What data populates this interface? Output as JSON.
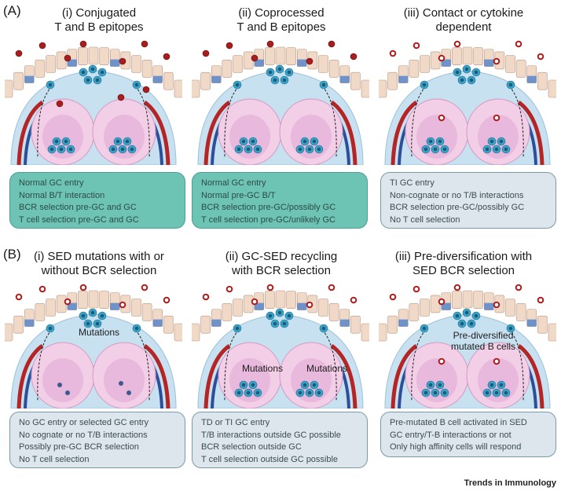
{
  "section_a": {
    "label": "(A)",
    "panels": [
      {
        "title": "(i) Conjugated\nT and B epitopes",
        "caption_style": "teal",
        "caption_lines": [
          "Normal GC entry",
          "Normal B/T interaction",
          "BCR selection pre-GC and GC",
          "T cell selection pre-GC and GC"
        ]
      },
      {
        "title": "(ii) Coprocessed\nT and B epitopes",
        "caption_style": "teal",
        "caption_lines": [
          "Normal GC entry",
          "Normal pre-GC B/T",
          "BCR selection pre-GC/possibly GC",
          "T cell selection pre-GC/unlikely GC"
        ]
      },
      {
        "title": "(iii) Contact or cytokine\ndependent",
        "caption_style": "grey",
        "caption_lines": [
          "TI GC entry",
          "Non-cognate or no T/B interactions",
          "BCR selection pre-GC/possibly GC",
          "No T cell selection"
        ]
      }
    ]
  },
  "section_b": {
    "label": "(B)",
    "panels": [
      {
        "title": "(i) SED mutations with or\nwithout BCR selection",
        "caption_style": "grey",
        "overlay": "Mutations",
        "caption_lines": [
          "No GC entry or selected GC entry",
          "No cognate or no T/B interactions",
          "Possibly pre-GC BCR selection",
          "No T cell selection"
        ]
      },
      {
        "title": "(ii) GC-SED recycling\nwith BCR selection",
        "caption_style": "grey",
        "overlay_left": "Mutations",
        "overlay_right": "Mutations",
        "caption_lines": [
          "TD or TI GC entry",
          "T/B interactions outside GC possible",
          "BCR selection outside GC",
          "T cell selection outside GC possible"
        ]
      },
      {
        "title": "(iii) Pre-diversification with\nSED BCR selection",
        "caption_style": "grey",
        "overlay": "Pre-diversified\nmutated B cells",
        "caption_lines": [
          "Pre-mutated B cell activated in SED",
          "GC entry/T-B interactions or not",
          "Only high affinity cells will respond"
        ]
      }
    ]
  },
  "footer": "Trends in Immunology",
  "colors": {
    "teal_box": "#6dc4b4",
    "grey_box": "#dde6ec",
    "epithelium": "#f1d9c8",
    "dome": "#c8e1f0",
    "follicle": "#f2cfe6",
    "b_cell": "#3aa3c9",
    "antigen_red": "#a81e1e"
  }
}
